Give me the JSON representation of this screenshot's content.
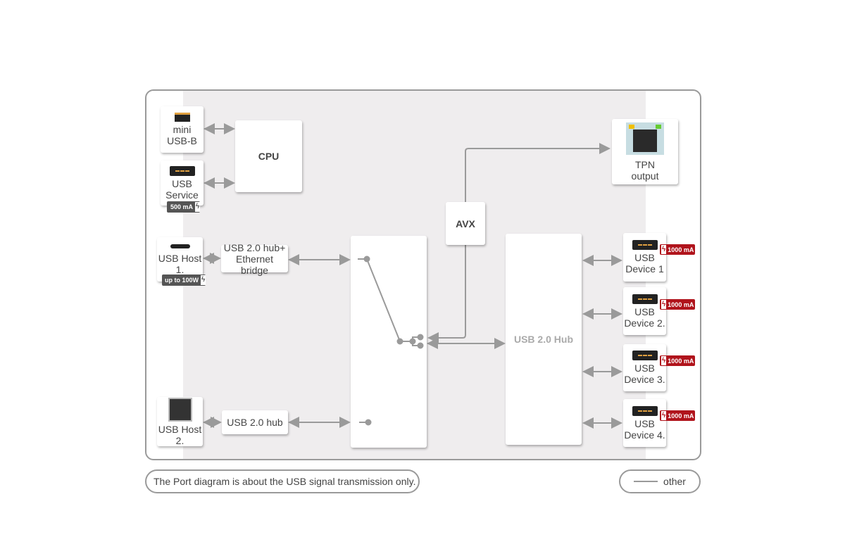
{
  "ports": {
    "mini_usb_b": [
      "mini",
      "USB-B"
    ],
    "usb_service": [
      "USB",
      "Service"
    ],
    "usb_service_badge": "500 mA",
    "usb_host1": [
      "USB Host",
      "1."
    ],
    "usb_host1_badge": "up to 100W",
    "usb_host2": [
      "USB Host",
      "2."
    ],
    "tpn": [
      "TPN",
      "output"
    ],
    "devices": [
      [
        "USB",
        "Device 1"
      ],
      [
        "USB",
        "Device 2."
      ],
      [
        "USB",
        "Device 3."
      ],
      [
        "USB",
        "Device 4."
      ]
    ],
    "device_badge": "1000 mA"
  },
  "blocks": {
    "cpu": "CPU",
    "hub_eth": [
      "USB 2.0 hub+",
      "Ethernet bridge"
    ],
    "hub2": "USB 2.0 hub",
    "avx": "AVX",
    "usb_hub": "USB 2.0 Hub"
  },
  "footer": {
    "note": "The Port diagram is about the USB signal transmission only.",
    "legend": "other"
  },
  "colors": {
    "line": "#9a9a9a",
    "badge_red": "#b0141c",
    "badge_gray": "#555555",
    "area": "#efedee"
  }
}
